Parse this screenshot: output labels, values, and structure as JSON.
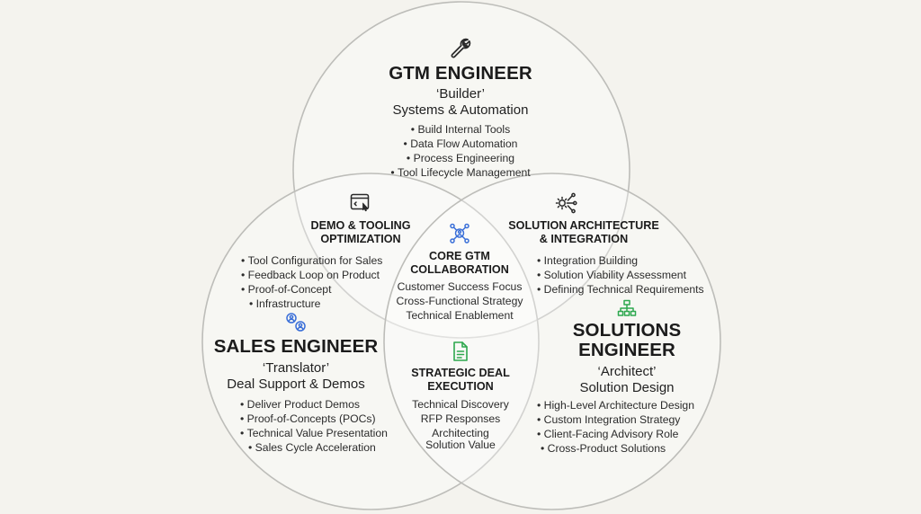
{
  "colors": {
    "background": "#f4f3ee",
    "circle_fill": "#ffffff",
    "circle_stroke": "#bdbdb9",
    "icon_dark": "#2a2a2a",
    "icon_blue": "#3a6fd8",
    "icon_green": "#2ea84f"
  },
  "circles": [
    {
      "name": "gtm-engineer-circle"
    },
    {
      "name": "sales-engineer-circle"
    },
    {
      "name": "solutions-engineer-circle"
    }
  ],
  "gtm": {
    "icon": "wrench-icon",
    "title": "GTM ENGINEER",
    "role": "‘Builder’",
    "subtitle": "Systems & Automation",
    "items": [
      "Build Internal Tools",
      "Data Flow Automation",
      "Process Engineering",
      "Tool Lifecycle Management"
    ]
  },
  "sales": {
    "icon": "users-icon",
    "title": "SALES ENGINEER",
    "role": "‘Translator’",
    "subtitle": "Deal Support & Demos",
    "items": [
      "Deliver Product Demos",
      "Proof-of-Concepts (POCs)",
      "Technical Value Presentation",
      "Sales Cycle Acceleration"
    ]
  },
  "solutions": {
    "icon": "hierarchy-icon",
    "title_line1": "SOLUTIONS",
    "title_line2": "ENGINEER",
    "role": "‘Architect’",
    "subtitle": "Solution Design",
    "items": [
      "High-Level Architecture Design",
      "Custom Integration Strategy",
      "Client-Facing Advisory Role",
      "Cross-Product Solutions"
    ]
  },
  "demo_tooling": {
    "icon": "browser-cursor-icon",
    "title_line1": "DEMO & TOOLING",
    "title_line2": "OPTIMIZATION",
    "items": [
      "Tool Configuration for Sales",
      "Feedback Loop on Product",
      "Proof-of-Concept"
    ],
    "item3_cont": "Infrastructure"
  },
  "solution_arch": {
    "icon": "network-gear-icon",
    "title_line1": "SOLUTION ARCHITECTURE",
    "title_line2": "& INTEGRATION",
    "items": [
      "Integration Building",
      "Solution Viability Assessment",
      "Defining Technical Requirements"
    ]
  },
  "strategic_deal": {
    "icon": "document-icon",
    "title_line1": "STRATEGIC DEAL",
    "title_line2": "EXECUTION",
    "items": [
      "Technical Discovery",
      "RFP Responses",
      "Architecting",
      "Solution Value"
    ]
  },
  "core": {
    "icon": "team-hub-icon",
    "title_line1": "CORE GTM",
    "title_line2": "COLLABORATION",
    "items": [
      "Customer Success Focus",
      "Cross-Functional Strategy",
      "Technical Enablement"
    ]
  }
}
